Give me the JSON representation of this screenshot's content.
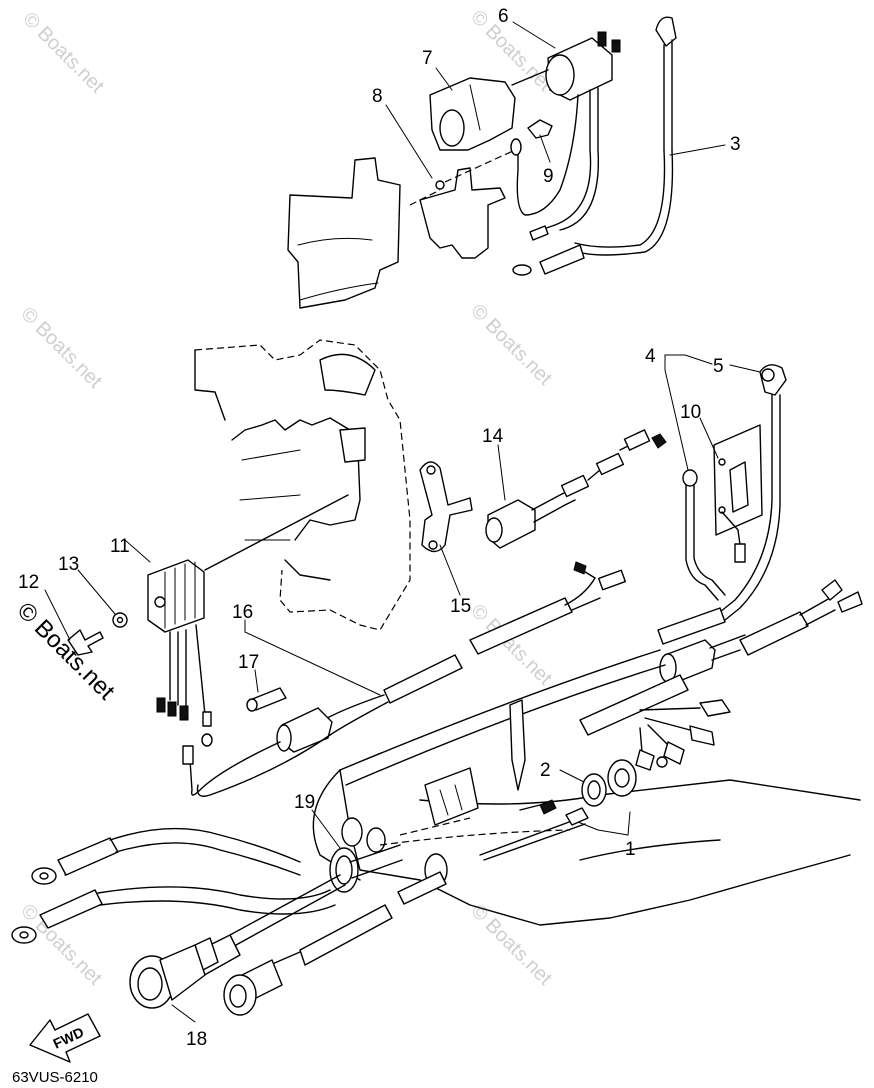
{
  "diagram": {
    "callouts": [
      "1",
      "2",
      "3",
      "4",
      "5",
      "6",
      "7",
      "8",
      "9",
      "10",
      "11",
      "12",
      "13",
      "14",
      "15",
      "16",
      "17",
      "18",
      "19"
    ],
    "watermark_text": "© Boats.net",
    "part_code": "63VUS-6210",
    "direction_arrow_label": "FWD"
  }
}
